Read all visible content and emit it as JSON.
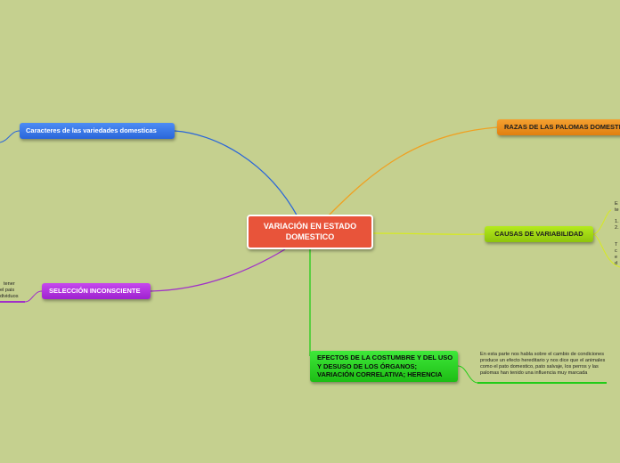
{
  "central": {
    "label": "VARIACIÓN EN ESTADO DOMESTICO"
  },
  "branches": {
    "caracteres": {
      "label": "Caracteres de las variedades domesticas",
      "color": "#2a66d9"
    },
    "razas": {
      "label": "RAZAS DE LAS PALOMAS DOMESTICAS",
      "color": "#f0a020"
    },
    "causas": {
      "label": "CAUSAS DE VARIABILIDAD",
      "color": "#c8e020"
    },
    "seleccion": {
      "label": "SELECCIÓN INCONSCIENTE",
      "color": "#a030c8"
    },
    "efectos": {
      "label": "EFECTOS DE LA COSTUMBRE Y DEL USO Y DESUSO DE LOS ÓRGANOS; VARIACIÓN CORRELATIVA; HERENCIA",
      "color": "#22cc18"
    }
  },
  "notes": {
    "efectos": "En esta parte nos habla sobre el cambio de condiciones produce un efecto hereditario y nos dice que el animales como el pato domestico, pato salvaje, los perros y las palomas han tenido una influencia muy marcada",
    "seleccion_cut": [
      "tener",
      "el pais",
      "dividuos"
    ],
    "causas_cut_a": [
      "E",
      "te"
    ],
    "causas_cut_b": [
      "1.",
      "2."
    ],
    "causas_cut_c": [
      "T",
      "c",
      "e",
      "d"
    ]
  }
}
